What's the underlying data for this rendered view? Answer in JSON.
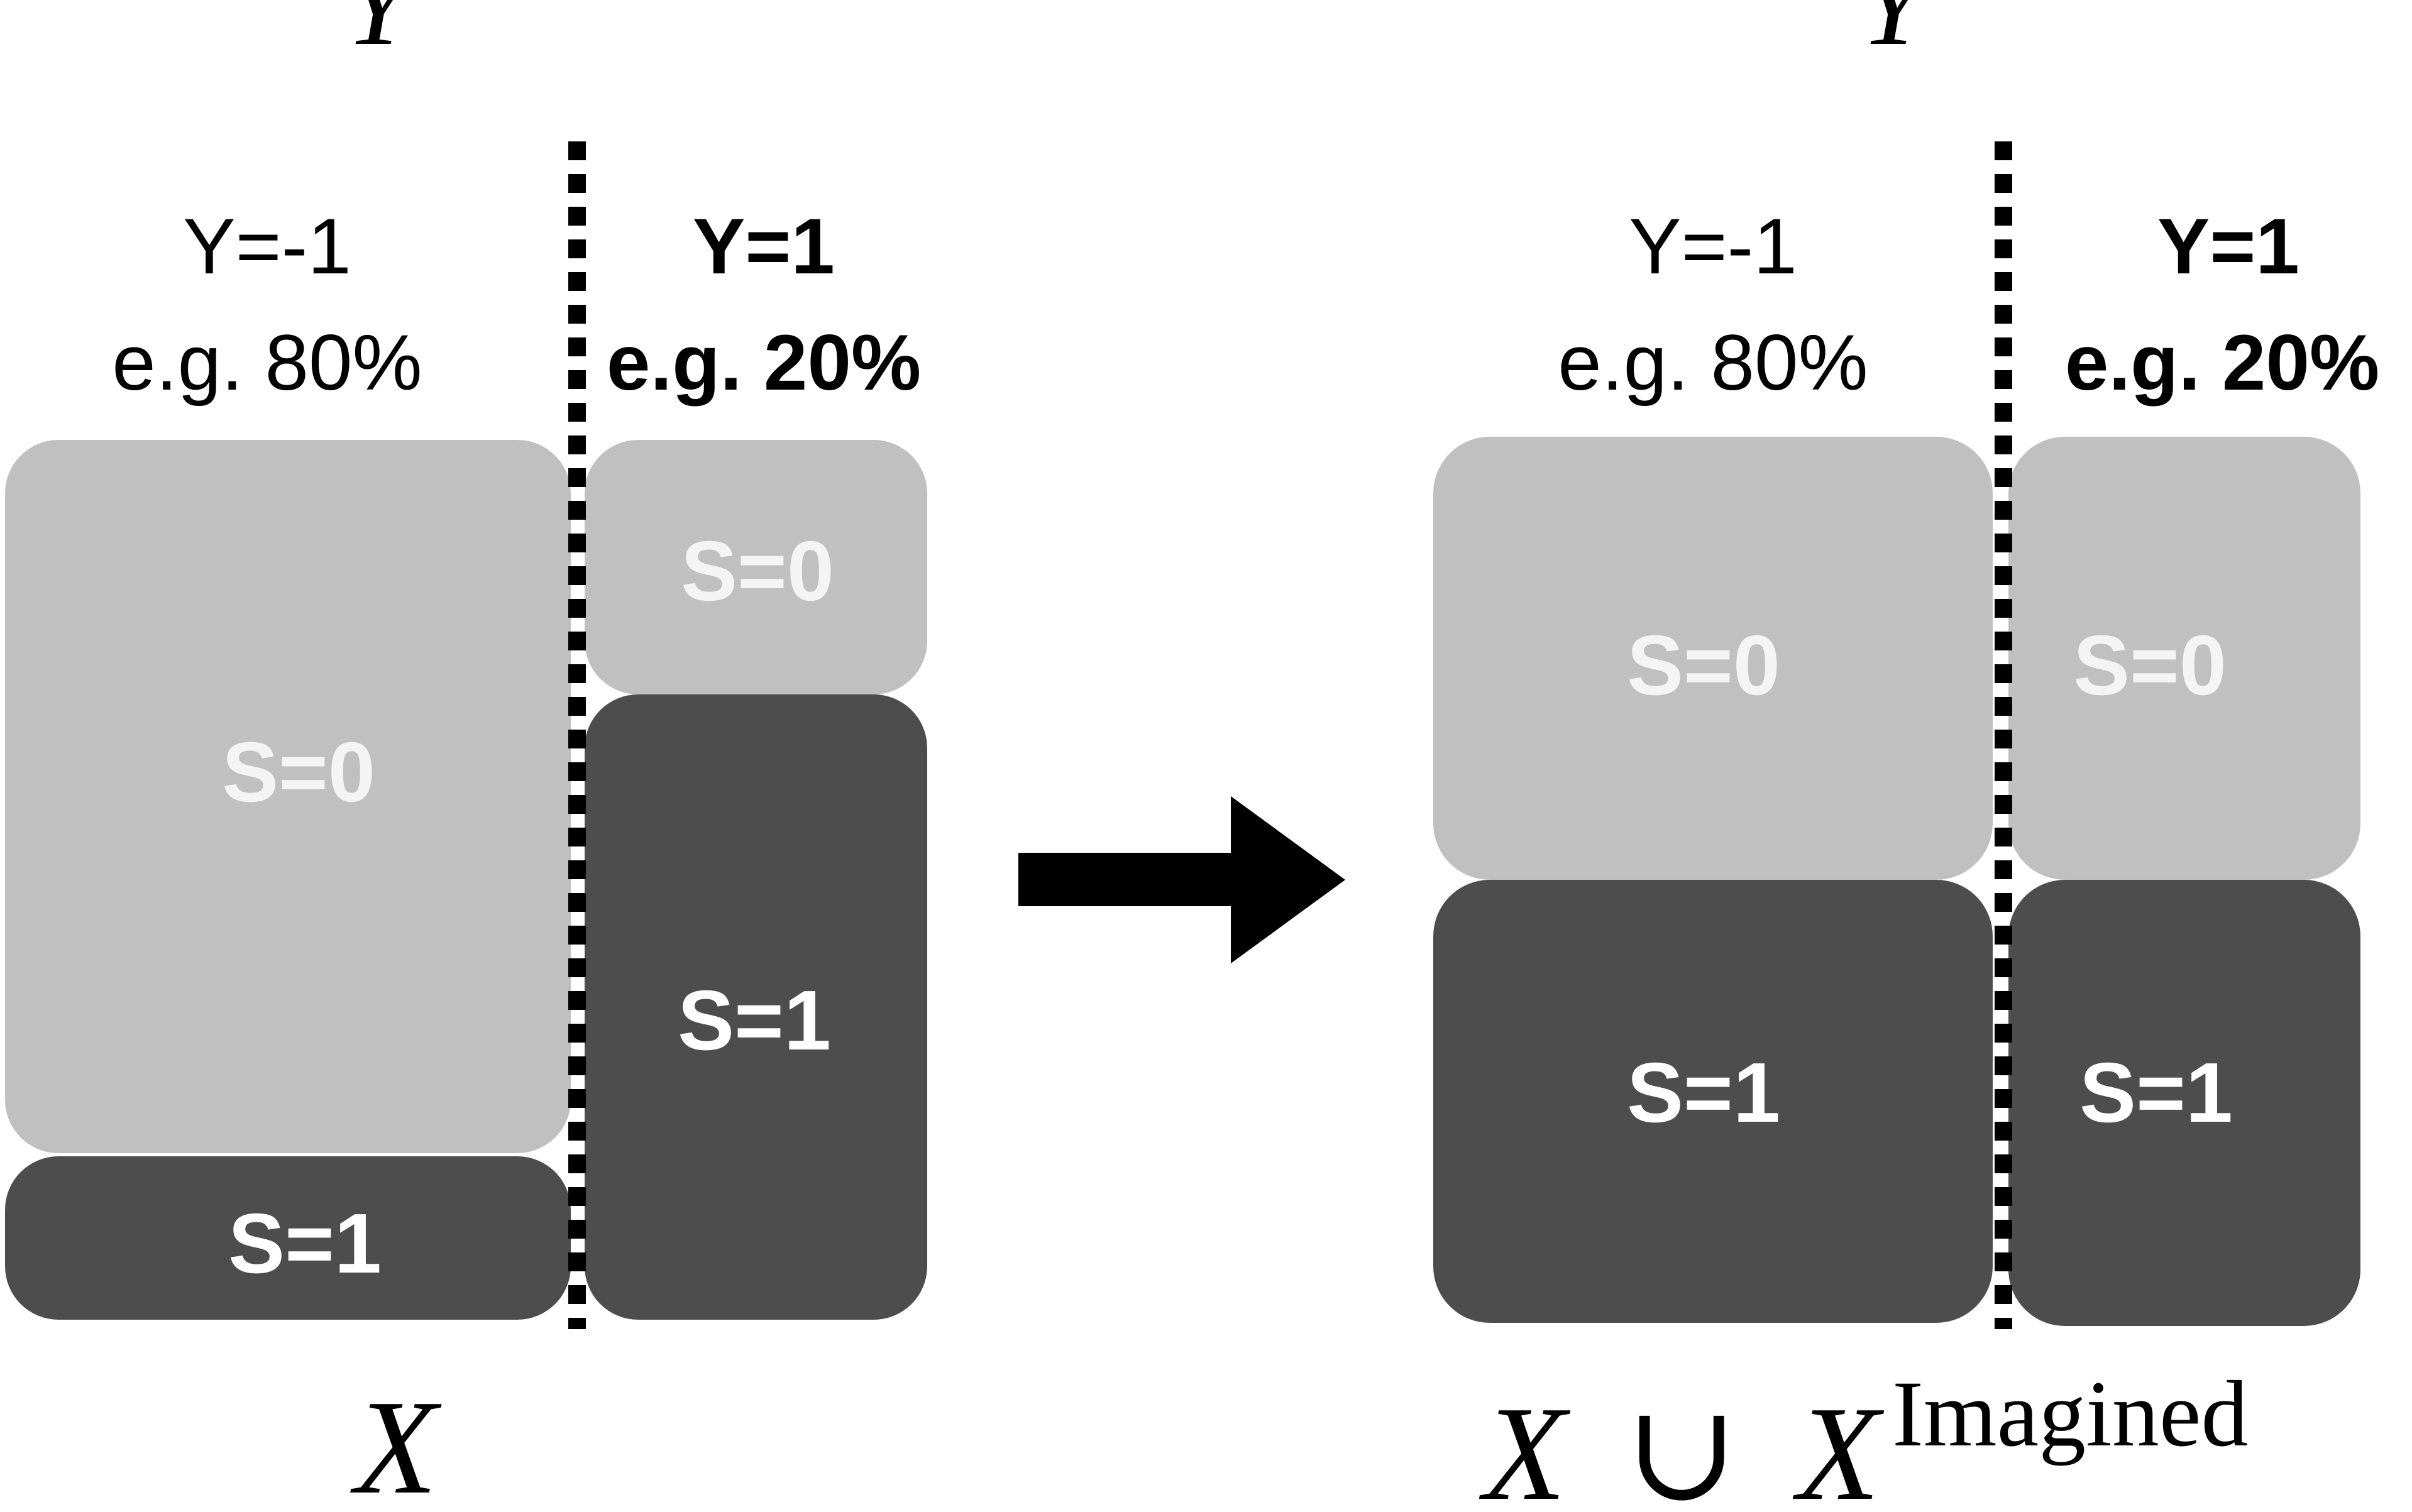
{
  "colors": {
    "light_box": "#c0c0c0",
    "dark_box": "#4d4d4d",
    "on_light_label": "#f4f4f4",
    "on_dark_label": "#ffffff",
    "text": "#000000",
    "divider": "#000000",
    "arrow": "#000000"
  },
  "left_panel": {
    "y_symbol": "Y",
    "x_symbol": "X",
    "neg_class": {
      "title": "Y=-1",
      "share": "e.g. 80%"
    },
    "pos_class": {
      "title": "Y=1",
      "share": "e.g. 20%"
    },
    "neg_s0_label": "S=0",
    "neg_s1_label": "S=1",
    "pos_s0_label": "S=0",
    "pos_s1_label": "S=1"
  },
  "arrow": {
    "icon": "right-arrow-icon"
  },
  "right_panel": {
    "y_symbol": "Y",
    "x_symbol": "X",
    "union_symbol": "∪",
    "x2_symbol": "X",
    "superscript": "Imagined",
    "neg_class": {
      "title": "Y=-1",
      "share": "e.g. 80%"
    },
    "pos_class": {
      "title": "Y=1",
      "share": "e.g. 20%"
    },
    "neg_s0_label": "S=0",
    "neg_s1_label": "S=1",
    "pos_s0_label": "S=0",
    "pos_s1_label": "S=1"
  }
}
